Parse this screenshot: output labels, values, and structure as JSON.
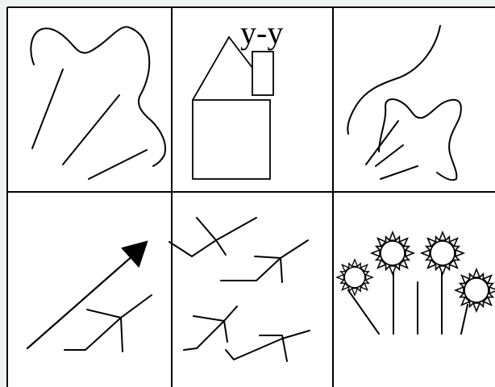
{
  "figure": {
    "label": "y-y",
    "colors": {
      "background": "#eef3f1",
      "panel": "#ffffff",
      "ink": "#000000"
    },
    "panels": [
      {
        "name": "panel-curvy-outline-hatching",
        "icon": "curvy-blob-with-hatch-lines"
      },
      {
        "name": "panel-house-label",
        "icon": "house-with-chimney"
      },
      {
        "name": "panel-wavy-curve-hatching",
        "icon": "wavy-curve-with-hatch-lines"
      },
      {
        "name": "panel-arrow-branches",
        "icon": "arrow-with-branch-marks"
      },
      {
        "name": "panel-zigzag-branches",
        "icon": "zigzag-branch-marks"
      },
      {
        "name": "panel-flowers",
        "icon": "spiky-flowers-on-stems"
      }
    ]
  }
}
